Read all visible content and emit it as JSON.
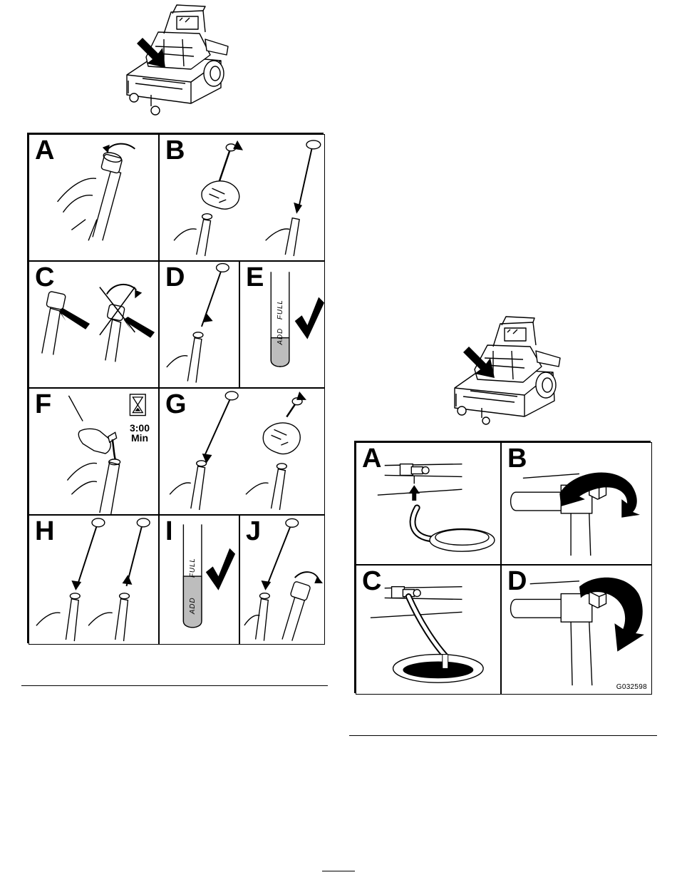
{
  "figure_left": {
    "panels": [
      {
        "id": "A",
        "label": "A"
      },
      {
        "id": "B",
        "label": "B"
      },
      {
        "id": "C",
        "label": "C"
      },
      {
        "id": "D",
        "label": "D"
      },
      {
        "id": "E",
        "label": "E"
      },
      {
        "id": "F",
        "label": "F"
      },
      {
        "id": "G",
        "label": "G"
      },
      {
        "id": "H",
        "label": "H"
      },
      {
        "id": "I",
        "label": "I"
      },
      {
        "id": "J",
        "label": "J"
      }
    ],
    "timer": {
      "time": "3:00",
      "unit": "Min"
    },
    "dipstick_marks": {
      "add": "ADD",
      "full": "FULL"
    }
  },
  "figure_right": {
    "panels": [
      {
        "id": "A",
        "label": "A"
      },
      {
        "id": "B",
        "label": "B"
      },
      {
        "id": "C",
        "label": "C"
      },
      {
        "id": "D",
        "label": "D"
      }
    ],
    "figure_code": "G032598"
  }
}
